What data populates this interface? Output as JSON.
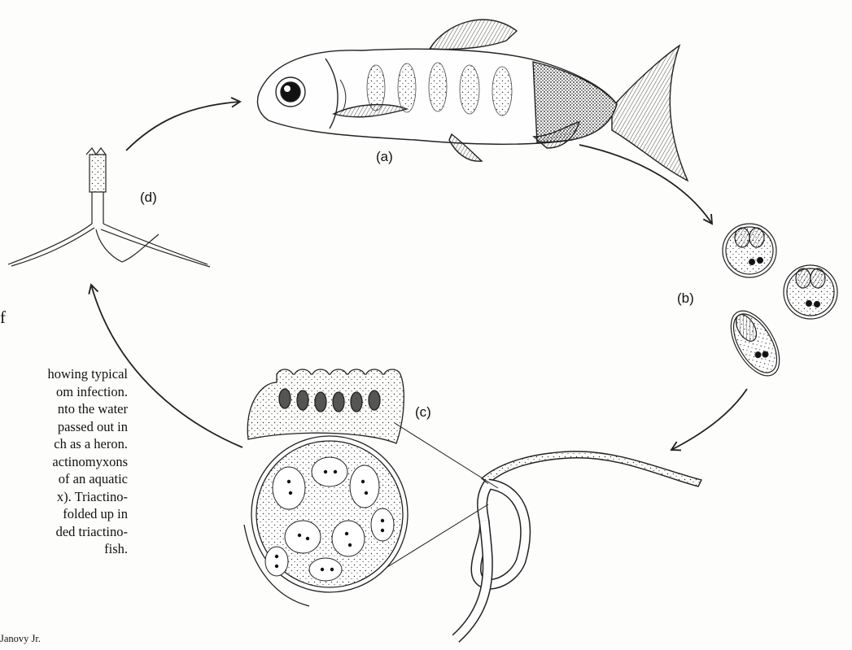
{
  "labels": {
    "a": "(a)",
    "b": "(b)",
    "c": "(c)",
    "d": "(d)"
  },
  "figure_fragment": "f",
  "caption_lines": [
    "howing typical",
    "om infection.",
    "nto the water",
    "passed out in",
    "ch as a heron.",
    "actinomyxons",
    "of an aquatic",
    "x). Triactino-",
    "folded up in",
    "ded triactino-",
    "fish."
  ],
  "credit": "Janovy Jr."
}
